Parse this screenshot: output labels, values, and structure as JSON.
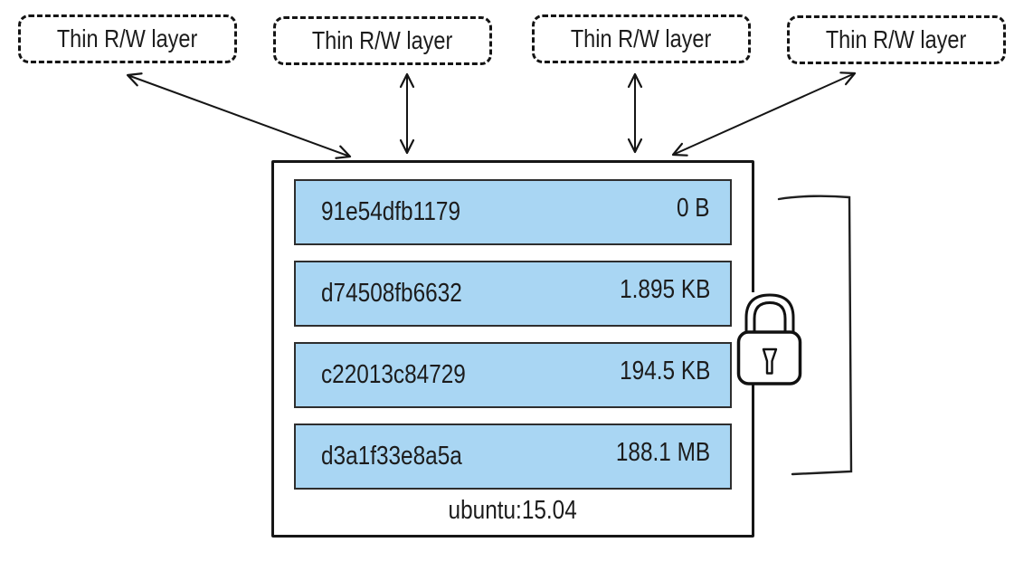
{
  "diagram": {
    "rw_boxes": [
      {
        "label": "Thin R/W layer"
      },
      {
        "label": "Thin R/W layer"
      },
      {
        "label": "Thin R/W layer"
      },
      {
        "label": "Thin R/W layer"
      }
    ],
    "image": {
      "tag": "ubuntu:15.04",
      "layers": [
        {
          "id": "91e54dfb1179",
          "size": "0 B"
        },
        {
          "id": "d74508fb6632",
          "size": "1.895 KB"
        },
        {
          "id": "c22013c84729",
          "size": "194.5 KB"
        },
        {
          "id": "d3a1f33e8a5a",
          "size": "188.1 MB"
        }
      ]
    },
    "icons": {
      "lock": "lock-icon",
      "arrows": "bidirectional-arrow",
      "bracket": "layers-scope-bracket"
    },
    "colors": {
      "layer_fill": "#a9d6f3",
      "stroke": "#151515",
      "background": "#ffffff"
    }
  }
}
